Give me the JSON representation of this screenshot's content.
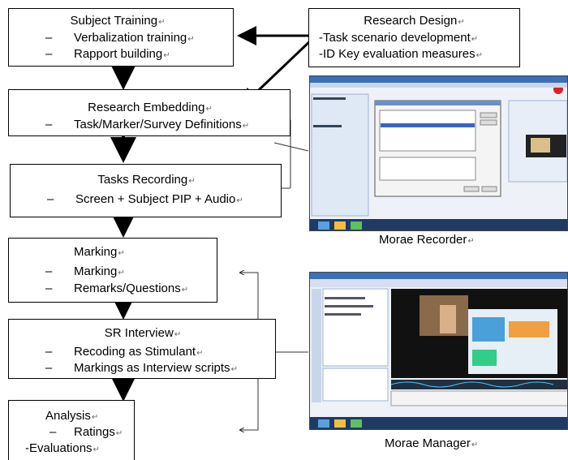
{
  "boxes": {
    "subject_training": {
      "title": "Subject Training",
      "items": [
        "Verbalization training",
        "Rapport building"
      ]
    },
    "research_design": {
      "title": "Research Design",
      "items": [
        "-Task scenario development",
        "-ID Key evaluation measures"
      ]
    },
    "research_embedding": {
      "title": "Research Embedding",
      "items": [
        "Task/Marker/Survey Definitions"
      ]
    },
    "tasks_recording": {
      "title": "Tasks Recording",
      "items": [
        "Screen + Subject PIP + Audio"
      ]
    },
    "marking": {
      "title": "Marking",
      "items": [
        "Marking",
        "Remarks/Questions"
      ]
    },
    "sr_interview": {
      "title": "SR Interview",
      "items": [
        "Recoding as Stimulant",
        "Markings as Interview scripts"
      ]
    },
    "analysis": {
      "title": "Analysis",
      "items": [
        "Ratings",
        "-Evaluations"
      ]
    }
  },
  "bullet": "–",
  "return_mark": "↵",
  "captions": {
    "recorder": "Morae Recorder",
    "manager": "Morae Manager"
  },
  "colors": {
    "taskbar": "#1f3b63",
    "window_blue": "#3b6fb6",
    "sidebar": "#dfe8f5",
    "record_red": "#e02020"
  }
}
